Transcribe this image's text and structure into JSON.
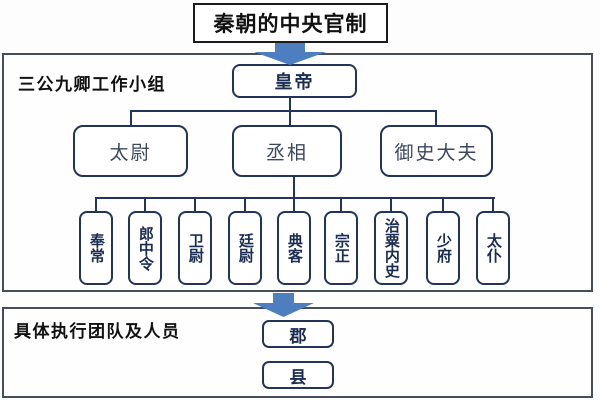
{
  "title": "秦朝的中央官制",
  "sections": [
    {
      "label": "三公九卿工作小组",
      "emperor": "皇帝",
      "three_dukes": [
        "太尉",
        "丞相",
        "御史大夫"
      ],
      "nine_ministers": [
        "奉常",
        "郎中令",
        "卫尉",
        "廷尉",
        "典客",
        "宗正",
        "治粟内史",
        "少府",
        "太仆"
      ]
    },
    {
      "label": "具体执行团队及人员",
      "local_units": [
        "郡",
        "县"
      ]
    }
  ],
  "colors": {
    "arrow": "#4d7ebf",
    "node_border": "#223458",
    "container_border": "#474e5b",
    "node_text": "#1b2d52",
    "title_text": "#111111"
  }
}
